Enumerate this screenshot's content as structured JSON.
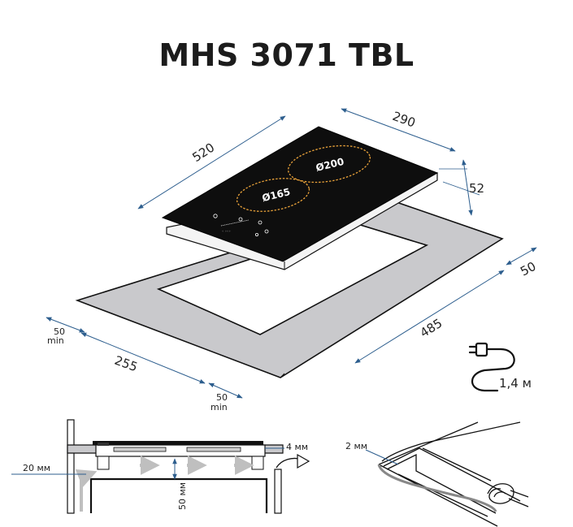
{
  "title": "MHS 3071 TBL",
  "top_view": {
    "zone_large": "Ø200",
    "zone_small": "Ø165",
    "dim_length": "520",
    "dim_width": "290",
    "dim_height": "52",
    "cutout_length": "485",
    "cutout_width": "255",
    "margin_right": "50",
    "margin_left": "50",
    "margin_left_unit": "min",
    "margin_front": "50",
    "margin_front_unit": "min",
    "cable_length": "1,4 м"
  },
  "side_view": {
    "gap_top": "4 мм",
    "gap_side": "20 мм",
    "gap_bottom": "50 мм"
  },
  "detail_view": {
    "seal": "2 мм"
  },
  "colors": {
    "dim_line": "#2d5e8e",
    "glass": "#0e0e0e",
    "countertop": "#c9c9cc",
    "airflow": "#bfbfbf"
  }
}
